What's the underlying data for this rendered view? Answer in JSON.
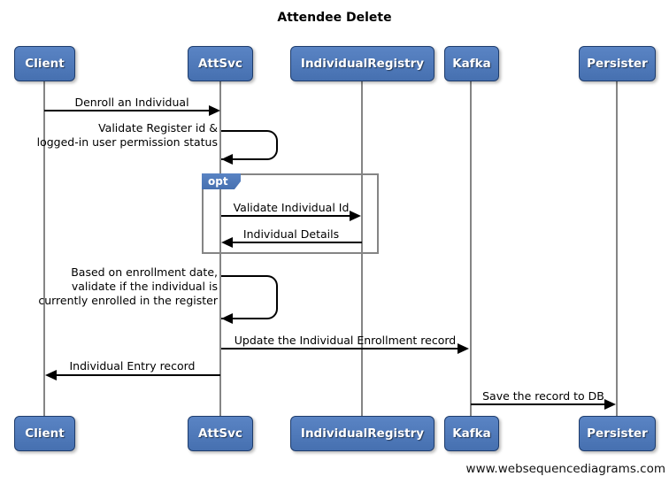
{
  "title": "Attendee Delete",
  "footer": "www.websequencediagrams.com",
  "colors": {
    "actor_fill_top": "#5a84c4",
    "actor_fill_bottom": "#4670b0",
    "actor_border": "#1e3c6c",
    "actor_text": "#ffffff",
    "lifeline": "#858585",
    "arrow": "#000000",
    "label_text": "#000000"
  },
  "actors": [
    {
      "label": "Client"
    },
    {
      "label": "AttSvc"
    },
    {
      "label": "IndividualRegistry"
    },
    {
      "label": "Kafka"
    },
    {
      "label": "Persister"
    }
  ],
  "fragment": {
    "operator": "opt"
  },
  "messages": {
    "denroll": {
      "text": "Denroll an Individual",
      "from": "Client",
      "to": "AttSvc",
      "type": "solid-arrow"
    },
    "self_validate": {
      "line1": "Validate Register id &",
      "line2": "logged-in user permission status",
      "actor": "AttSvc",
      "type": "self-message"
    },
    "validate_id": {
      "text": "Validate Individual Id",
      "from": "AttSvc",
      "to": "IndividualRegistry",
      "type": "solid-arrow"
    },
    "details": {
      "text": "Individual Details",
      "from": "IndividualRegistry",
      "to": "AttSvc",
      "type": "solid-arrow"
    },
    "self_enroll": {
      "line1": "Based on enrollment date,",
      "line2": "validate if the individual is",
      "line3": "currently enrolled in the register",
      "actor": "AttSvc",
      "type": "self-message"
    },
    "update": {
      "text": "Update the Individual Enrollment record",
      "from": "AttSvc",
      "to": "Kafka",
      "type": "solid-arrow"
    },
    "entry": {
      "text": "Individual Entry record",
      "from": "AttSvc",
      "to": "Client",
      "type": "solid-arrow"
    },
    "save": {
      "text": "Save the record to DB",
      "from": "Kafka",
      "to": "Persister",
      "type": "solid-arrow"
    }
  }
}
